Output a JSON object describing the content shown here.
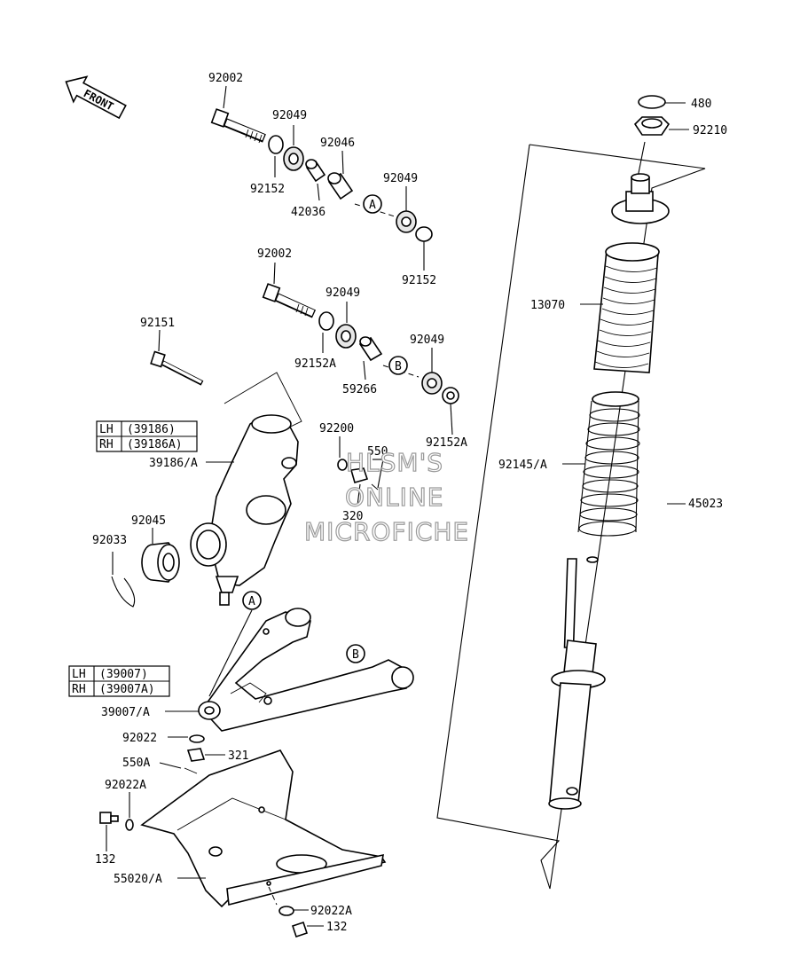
{
  "front_arrow": {
    "label": "FRONT"
  },
  "callouts": {
    "c480": "480",
    "c92210": "92210",
    "c92002a": "92002",
    "c92049a": "92049",
    "c92046": "92046",
    "c92049b": "92049",
    "c92152a": "92152",
    "c42036": "42036",
    "c92152b": "92152",
    "c92002b": "92002",
    "c92049c": "92049",
    "c92151": "92151",
    "c92152Aa": "92152A",
    "c92049d": "92049",
    "c59266": "59266",
    "c92152Ab": "92152A",
    "c13070": "13070",
    "c92200": "92200",
    "c550": "550",
    "c320": "320",
    "c39186A": "39186/A",
    "c92145A": "92145/A",
    "c45023": "45023",
    "c92045": "92045",
    "c92033": "92033",
    "c39007A": "39007/A",
    "c92022": "92022",
    "c321": "321",
    "c550A": "550A",
    "c92022Aa": "92022A",
    "c132a": "132",
    "c55020A": "55020/A",
    "c92022Ab": "92022A",
    "c132b": "132"
  },
  "ref_markers": {
    "a1": "A",
    "a2": "A",
    "b1": "B",
    "b2": "B"
  },
  "tables": {
    "knuckle": {
      "rows": [
        {
          "side": "LH",
          "part": "(39186)"
        },
        {
          "side": "RH",
          "part": "(39186A)"
        }
      ]
    },
    "arm": {
      "rows": [
        {
          "side": "LH",
          "part": "(39007)"
        },
        {
          "side": "RH",
          "part": "(39007A)"
        }
      ]
    }
  },
  "watermark": {
    "line1": "HLSM'S",
    "line2": "ONLINE",
    "line3": "MICROFICHE"
  }
}
